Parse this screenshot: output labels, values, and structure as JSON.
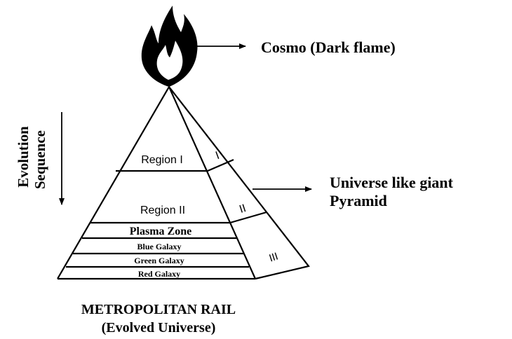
{
  "callouts": {
    "top": "Cosmo (Dark flame)",
    "right_line1": "Universe like giant",
    "right_line2": "Pyramid"
  },
  "side_label": {
    "line1": "Evolution",
    "line2": "Sequence"
  },
  "front_layers": {
    "region_1": "Region I",
    "region_2": "Region II",
    "plasma": "Plasma Zone",
    "blue": "Blue Galaxy",
    "green": "Green Galaxy",
    "red": "Red Galaxy"
  },
  "side_faces": {
    "face_1": "I",
    "face_2": "II",
    "face_3": "III"
  },
  "caption": {
    "line1": "METROPOLITAN RAIL",
    "line2": "(Evolved Universe)"
  },
  "icons": {
    "flame": "flame-icon",
    "arrows": "arrow-icon"
  },
  "colors": {
    "ink": "#000000",
    "background": "#ffffff"
  }
}
